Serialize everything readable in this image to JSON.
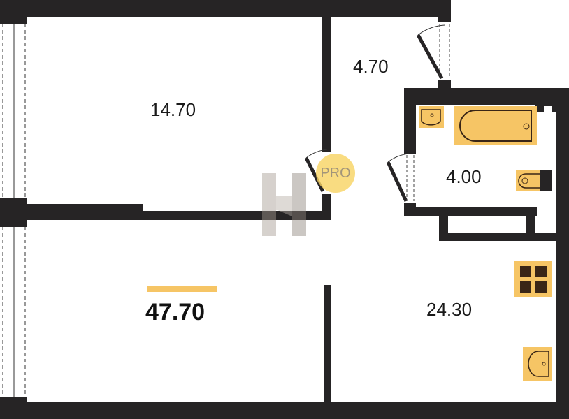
{
  "rooms": {
    "living_room_area": "14.70",
    "hallway_area": "4.70",
    "bathroom_area": "4.00",
    "kitchen_living_area": "24.30"
  },
  "total_area": "47.70",
  "watermark": {
    "logo_letter": "H",
    "badge": "PRO"
  },
  "colors": {
    "wall": "#262425",
    "fixture": "#f6c565",
    "accent_bar": "#f6c565",
    "badge": "#f8d462"
  }
}
